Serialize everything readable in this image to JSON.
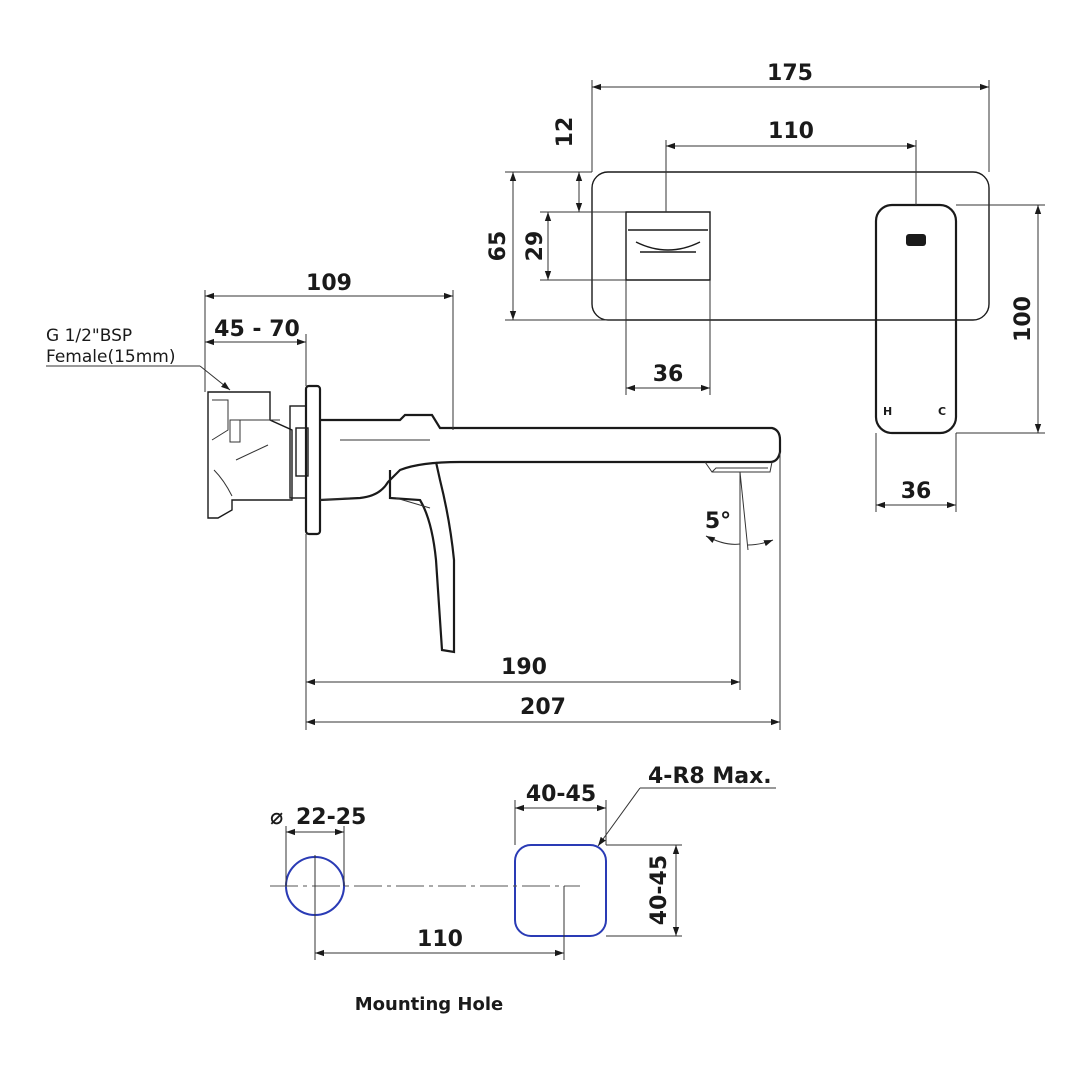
{
  "top_view": {
    "width_total": "175",
    "spout_to_handle": "110",
    "top_offset": "12",
    "plate_height": "65",
    "spout_height": "29",
    "spout_width": "36",
    "handle_height": "100",
    "handle_width": "36",
    "label_hot": "H",
    "label_cold": "C"
  },
  "side_view": {
    "depth": "109",
    "wall_range": "45 - 70",
    "thread_line1": "G 1/2\"BSP",
    "thread_line2": "Female(15mm)",
    "reach_to_outlet": "190",
    "reach_total": "207",
    "angle": "5°"
  },
  "mounting": {
    "hole_diameter": "22-25",
    "diameter_symbol": "⌀",
    "cutout_width": "40-45",
    "cutout_height": "40-45",
    "corner_radius": "4-R8 Max.",
    "centre_distance": "110",
    "caption": "Mounting Hole"
  },
  "colors": {
    "line": "#1a1a1a",
    "mounting_outline": "#2a3bb5"
  }
}
